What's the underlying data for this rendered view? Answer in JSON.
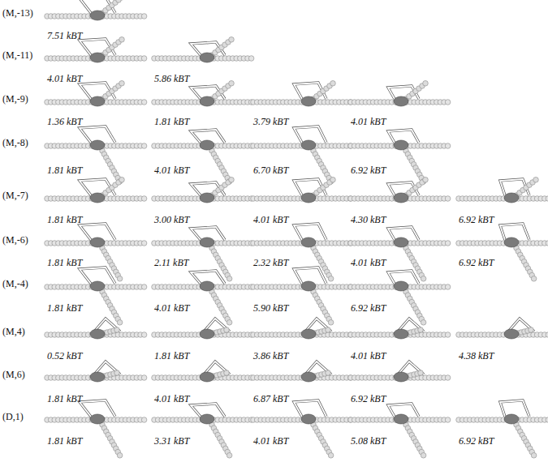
{
  "diagram": {
    "labels": [
      "(M,-13)",
      "7.51 kBT",
      "(M,-11)",
      "4.01 kBT",
      "5.86 kBT",
      "(M,-9)",
      "1.36 kBT",
      "1.81 kBT",
      "3.79 kBT",
      "4.01 kBT",
      "(M,-8)",
      "1.81 kBT",
      "4.01 kBT",
      "6.70 kBT",
      "6.92 kBT",
      "(M,-7)",
      "1.81 kBT",
      "3.00 kBT",
      "4.01 kBT",
      "4.30 kBT",
      "6.92 kBT",
      "(M,-6)",
      "1.81 kBT",
      "2.11 kBT",
      "2.32 kBT",
      "4.01 kBT",
      "6.92 kBT",
      "(M,-4)",
      "1.81 kBT",
      "4.01 kBT",
      "5.90 kBT",
      "6.92 kBT",
      "(M,4)",
      "0.52 kBT",
      "1.81 kBT",
      "3.86 kBT",
      "4.01 kBT",
      "4.38 kBT",
      "(M,6)",
      "1.81 kBT",
      "4.01 kBT",
      "6.87 kBT",
      "6.92 kBT",
      "(D,1)",
      "1.81 kBT",
      "3.31 kBT",
      "4.01 kBT",
      "5.08 kBT",
      "6.92 kBT"
    ]
  }
}
